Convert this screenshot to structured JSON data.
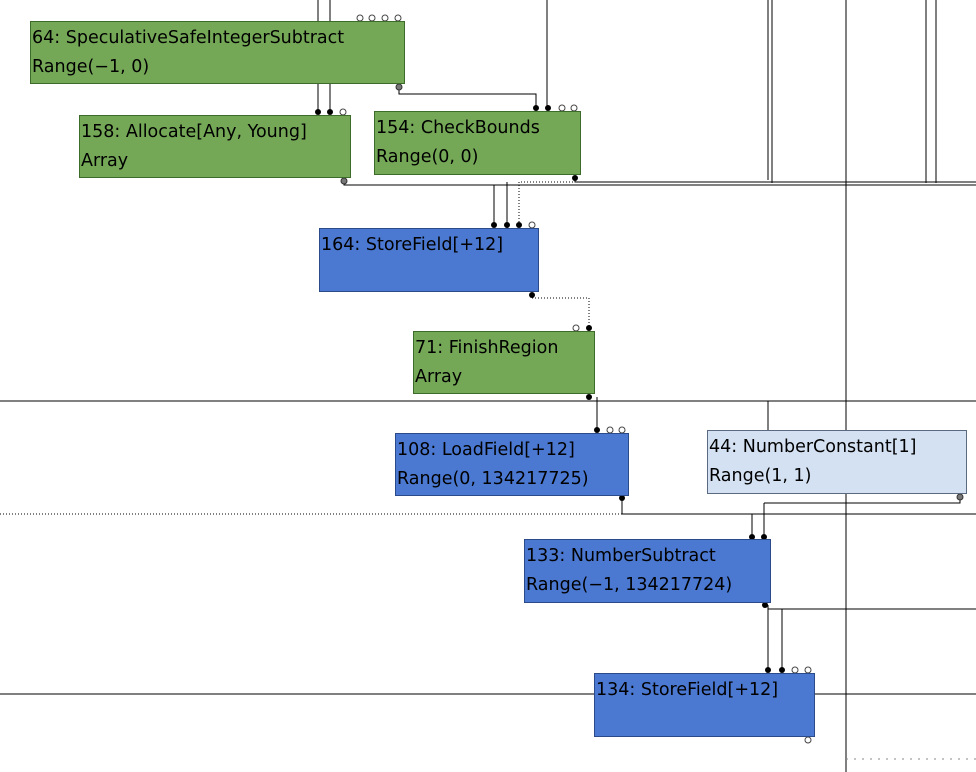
{
  "graph": {
    "nodes": [
      {
        "id": "n64",
        "name": "node-64-speculative-safe-integer-subtract",
        "color": "green",
        "title": "64: SpeculativeSafeIntegerSubtract",
        "subtitle": "Range(−1, 0)"
      },
      {
        "id": "n158",
        "name": "node-158-allocate",
        "color": "green",
        "title": "158: Allocate[Any, Young]",
        "subtitle": "Array"
      },
      {
        "id": "n154",
        "name": "node-154-check-bounds",
        "color": "green",
        "title": "154: CheckBounds",
        "subtitle": "Range(0, 0)"
      },
      {
        "id": "n164",
        "name": "node-164-store-field",
        "color": "blue",
        "title": "164: StoreField[+12]",
        "subtitle": ""
      },
      {
        "id": "n71",
        "name": "node-71-finish-region",
        "color": "green",
        "title": "71: FinishRegion",
        "subtitle": "Array"
      },
      {
        "id": "n108",
        "name": "node-108-load-field",
        "color": "blue",
        "title": "108: LoadField[+12]",
        "subtitle": "Range(0, 134217725)"
      },
      {
        "id": "n44",
        "name": "node-44-number-constant",
        "color": "light",
        "title": "44: NumberConstant[1]",
        "subtitle": "Range(1, 1)"
      },
      {
        "id": "n133",
        "name": "node-133-number-subtract",
        "color": "blue",
        "title": "133: NumberSubtract",
        "subtitle": "Range(−1, 134217724)"
      },
      {
        "id": "n134",
        "name": "node-134-store-field",
        "color": "blue",
        "title": "134: StoreField[+12]",
        "subtitle": ""
      }
    ],
    "colors": {
      "green": "#74a857",
      "blue": "#4b78d1",
      "light": "#d4e1f2",
      "edge": "#000000"
    }
  }
}
